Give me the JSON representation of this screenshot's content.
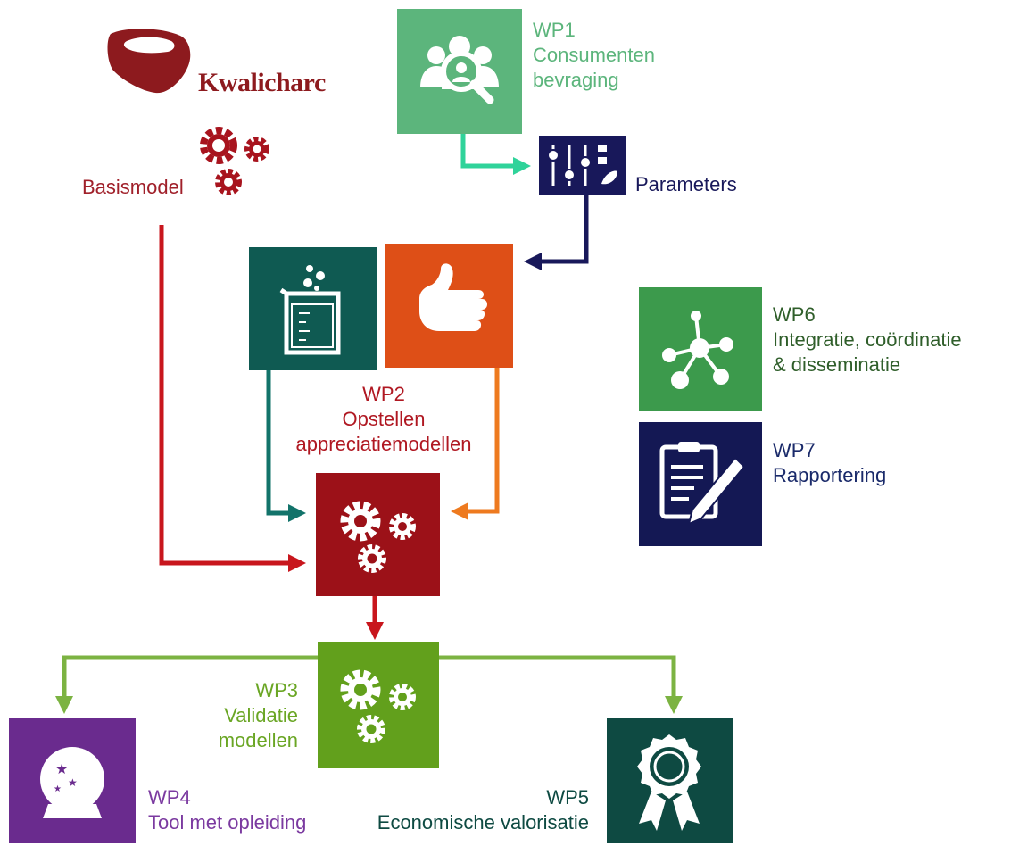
{
  "logo": {
    "text": "Kwalicharc",
    "label": "Basismodel"
  },
  "parameters": {
    "label": "Parameters"
  },
  "wp1": {
    "id": "WP1",
    "line1": "Consumenten",
    "line2": "bevraging"
  },
  "wp2": {
    "id": "WP2",
    "line1": "Opstellen",
    "line2": "appreciatiemodellen"
  },
  "wp3": {
    "id": "WP3",
    "line1": "Validatie",
    "line2": "modellen"
  },
  "wp4": {
    "id": "WP4",
    "line1": "Tool met opleiding"
  },
  "wp5": {
    "id": "WP5",
    "line1": "Economische valorisatie"
  },
  "wp6": {
    "id": "WP6",
    "line1": "Integratie, coördinatie",
    "line2": "& disseminatie"
  },
  "wp7": {
    "id": "WP7",
    "line1": "Rapportering"
  },
  "colors": {
    "wp1": "#5cb57c",
    "wp1_arrow": "#2fd39a",
    "parameters": "#18185a",
    "basis": "#a8141e",
    "flask": "#0f5a52",
    "thumb": "#de4f17",
    "thumb_arrow": "#ee7a1f",
    "wp2": "#9c1118",
    "wp3": "#62a01c",
    "wp3_arrow": "#7cb342",
    "wp4": "#6a2b8e",
    "wp5": "#0e4a42",
    "wp6": "#3c9a4c",
    "wp7": "#141854",
    "wp6_text": "#2f5e2a",
    "wp7_text": "#1a2a6a"
  }
}
